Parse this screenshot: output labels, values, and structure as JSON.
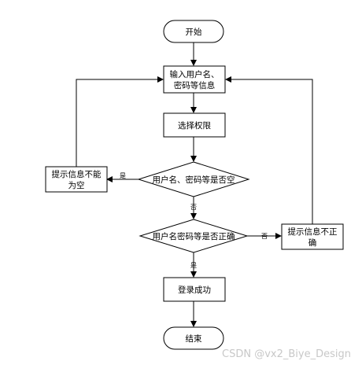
{
  "nodes": {
    "start": "开始",
    "input_line1": "输入用户名、",
    "input_line2": "密码等信息",
    "select": "选择权限",
    "check_empty": "用户名、密码等是否空",
    "empty_msg_line1": "提示信息不能",
    "empty_msg_line2": "为空",
    "check_correct": "用户名密码等是否正确",
    "incorrect_msg_line1": "提示信息不正",
    "incorrect_msg_line2": "确",
    "success": "登录成功",
    "end": "结束"
  },
  "edge_labels": {
    "yes_empty": "是",
    "no_empty": "否",
    "no_correct": "否",
    "yes_correct": "是"
  },
  "watermark": "CSDN @vx2_Biye_Design"
}
